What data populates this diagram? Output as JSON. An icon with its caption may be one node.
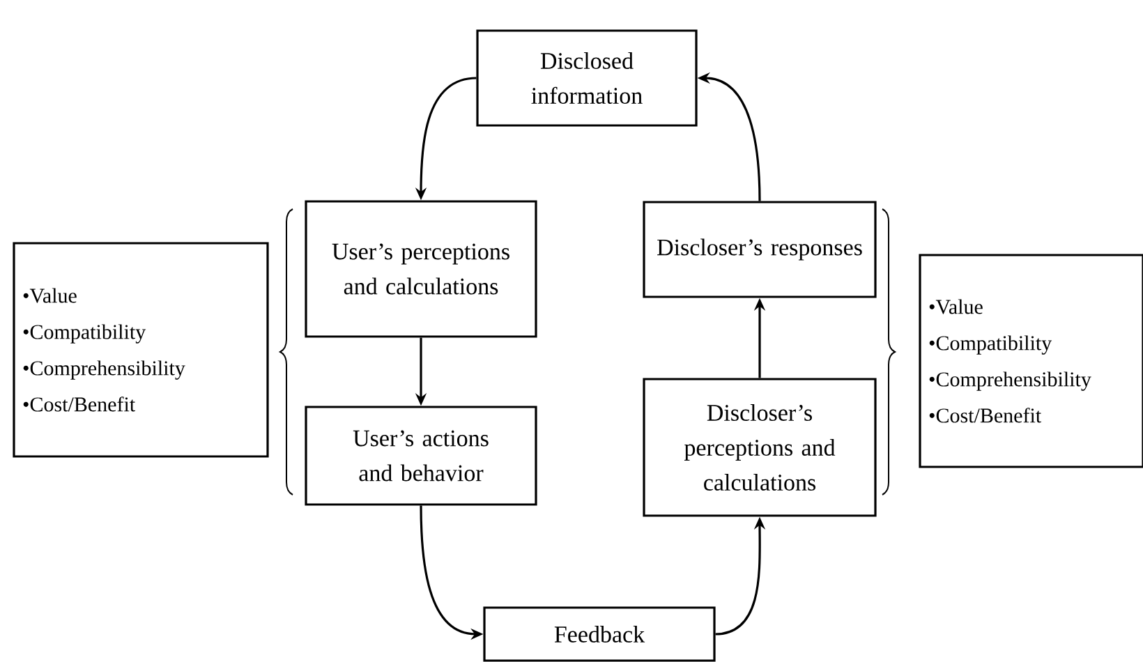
{
  "diagram": {
    "nodes": [
      {
        "text": [
          "Disclosed information"
        ]
      },
      {
        "text": [
          "User’s perceptions and calculations"
        ]
      },
      {
        "text": [
          "User’s actions and behavior"
        ]
      },
      {
        "text": [
          "Feedback"
        ]
      },
      {
        "text": [
          "Discloser’s perceptions and calculations"
        ]
      },
      {
        "text": [
          "Discloser’s responses"
        ]
      },
      {
        "text": [
          "•Value",
          "•Compatibility",
          "•Comprehensibility",
          "•Cost/Benefit"
        ]
      },
      {
        "text": [
          "•Value",
          "•Compatibility",
          "•Comprehensibility",
          "•Cost/Benefit"
        ]
      }
    ],
    "edges": [
      {
        "from": 0,
        "to": 1,
        "arrow": "to"
      },
      {
        "from": 1,
        "to": 2,
        "arrow": "to"
      },
      {
        "from": 2,
        "to": 3,
        "arrow": "to"
      },
      {
        "from": 3,
        "to": 4,
        "arrow": "to"
      },
      {
        "from": 4,
        "to": 5,
        "arrow": "to"
      },
      {
        "from": 5,
        "to": 0,
        "arrow": "to"
      }
    ]
  }
}
